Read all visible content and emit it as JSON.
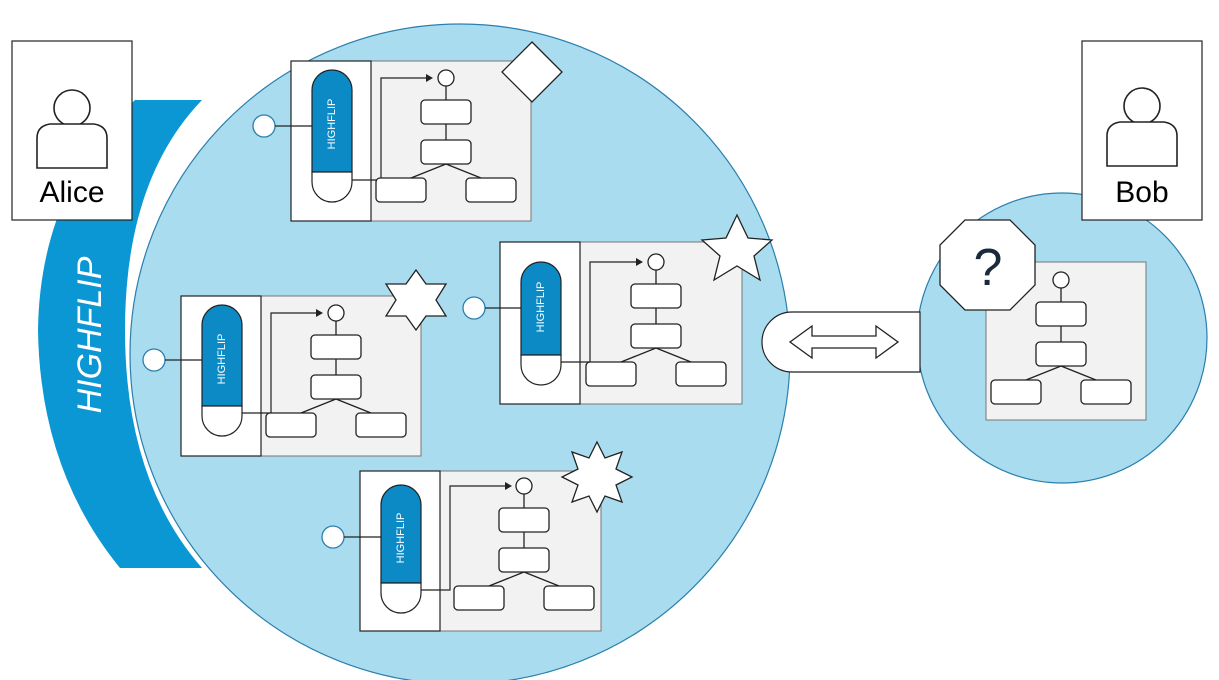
{
  "people": {
    "alice": {
      "name": "Alice"
    },
    "bob": {
      "name": "Bob"
    }
  },
  "band": {
    "label": "HIGHFLIP"
  },
  "module": {
    "pill_label": "HIGHFLIP"
  },
  "bob_unknown": {
    "symbol": "?"
  },
  "colors": {
    "big_circle": "#a9dcef",
    "accent": "#0b97d3",
    "pill": "#0b8ac6",
    "panel": "#f2f2f2",
    "stroke": "#2b2b2b"
  },
  "icons": [
    "diamond-icon",
    "six-point-star-icon",
    "five-point-star-icon",
    "eight-point-star-icon",
    "octagon-question-icon",
    "double-arrow-icon",
    "person-icon"
  ]
}
